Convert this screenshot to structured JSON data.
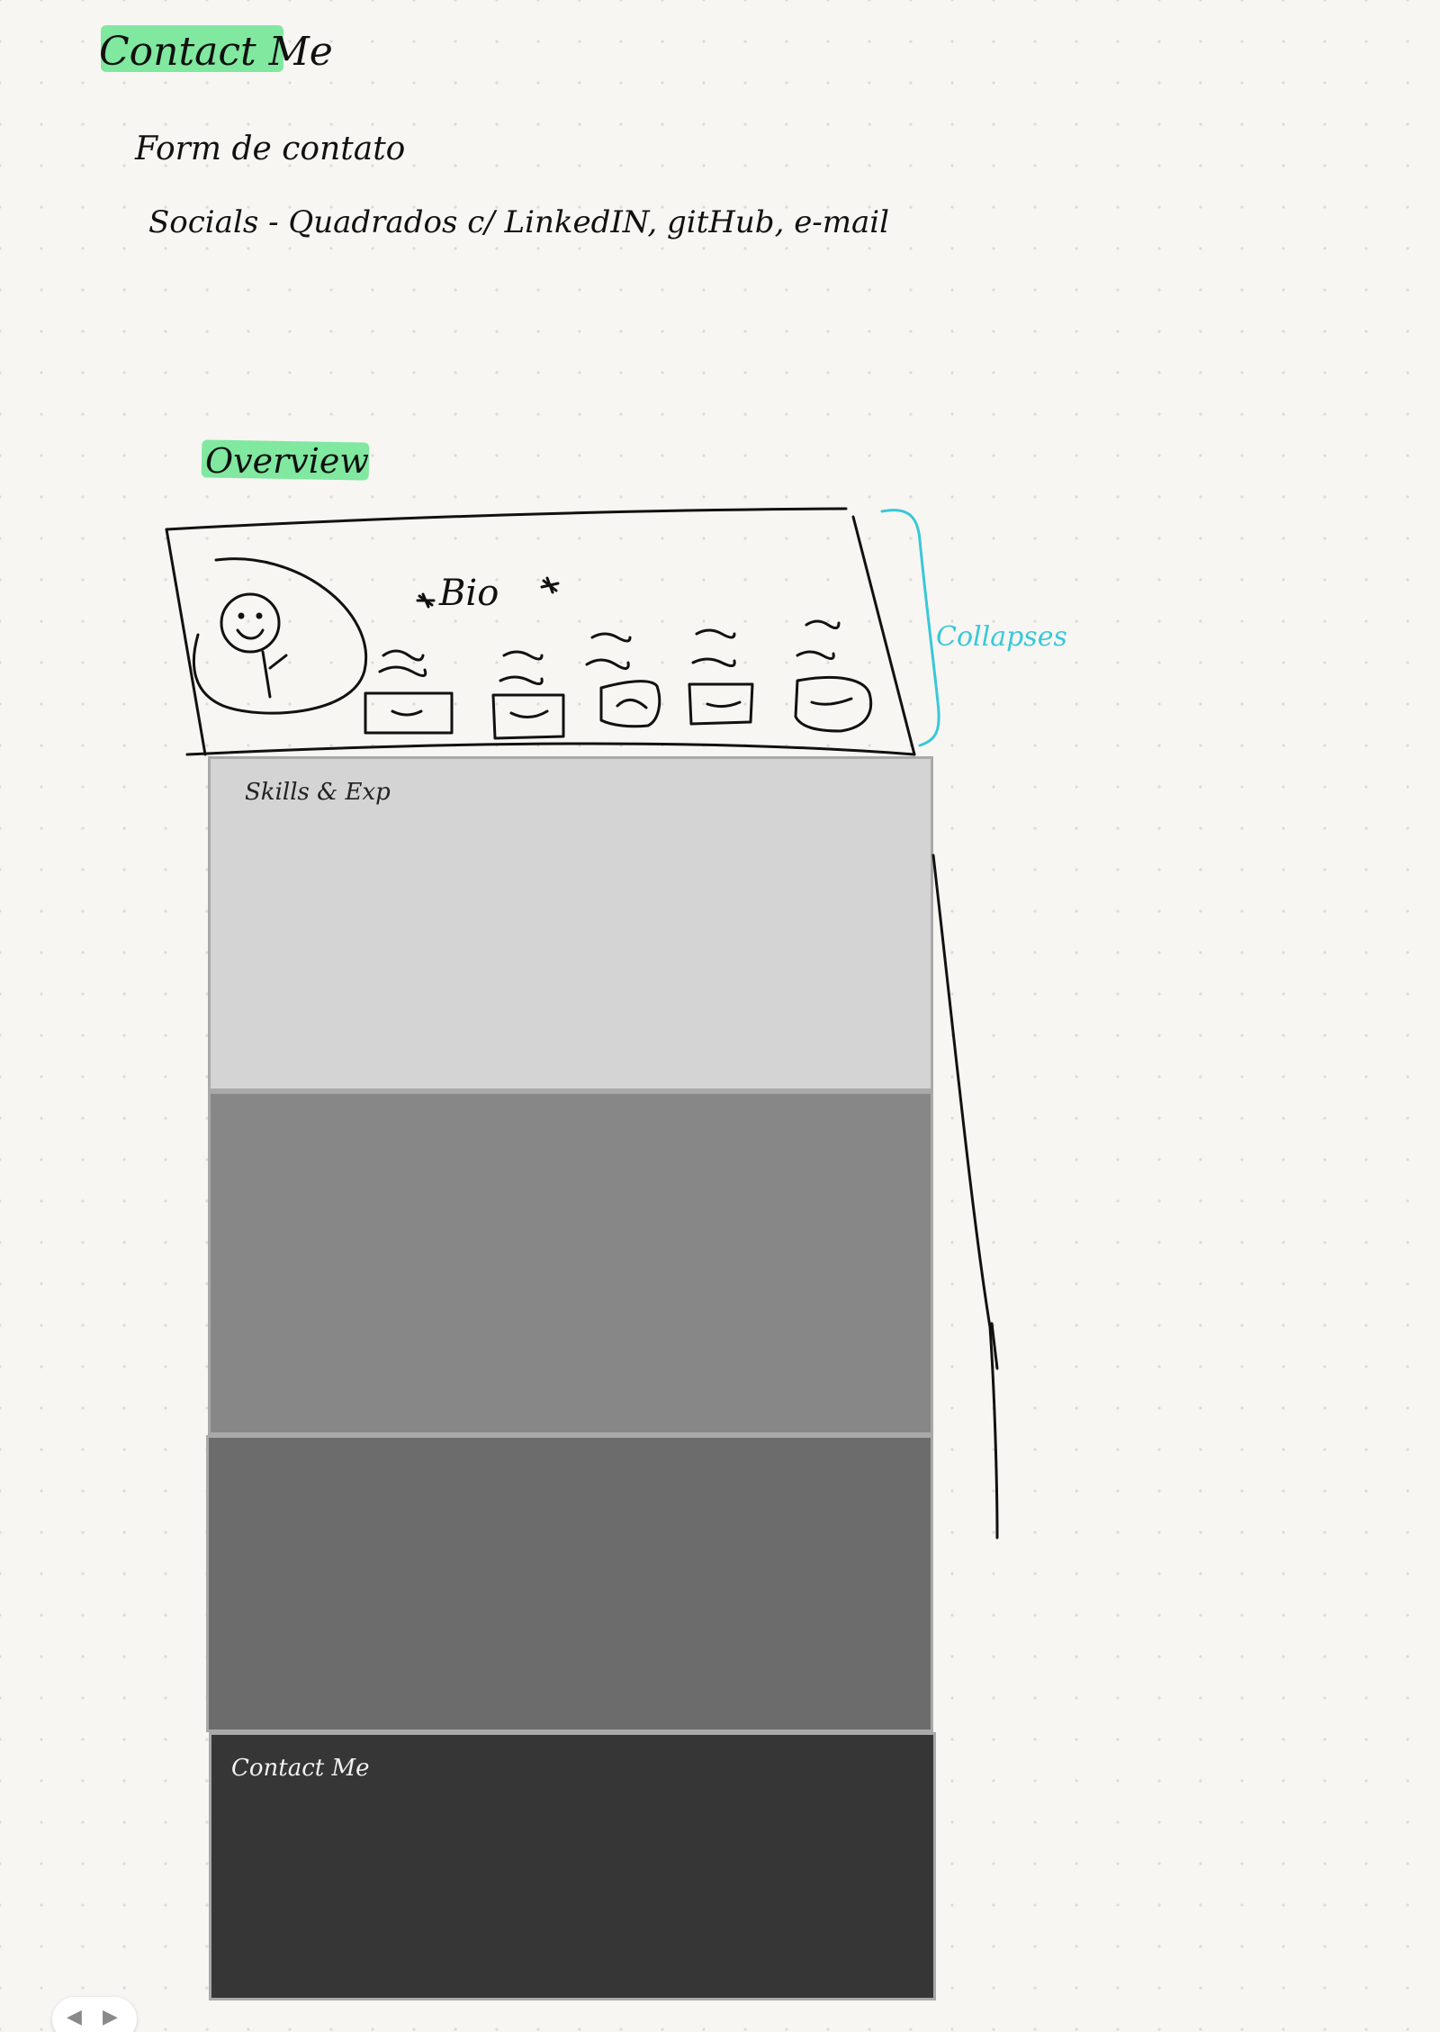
{
  "notes": {
    "heading_contact": "Contact Me",
    "form_note": "Form de contato",
    "socials_note": "Socials - Quadrados c/ LinkedIN, gitHub, e-mail"
  },
  "overview": {
    "heading": "Overview",
    "bio_label": "Bio",
    "collapse_label": "Collapses",
    "link_boxes_count": 5
  },
  "sections": [
    {
      "label": "Skills & Exp",
      "color": "#d4d4d4"
    },
    {
      "label": "",
      "color": "#878787"
    },
    {
      "label": "",
      "color": "#6c6c6c"
    },
    {
      "label": "Contact Me",
      "color": "#363636"
    }
  ],
  "highlight_color": "#79e79a",
  "accent_color": "#38c8d8",
  "pager": {
    "prev_icon": "arrow-left-icon",
    "next_icon": "arrow-right-icon"
  }
}
